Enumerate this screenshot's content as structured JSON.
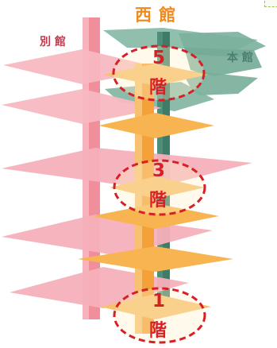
{
  "labels": {
    "west_wing": "西 館",
    "annex": "別 館",
    "main_building": "本 館"
  },
  "floor_markers": [
    {
      "number": "5",
      "kanji": "階"
    },
    {
      "number": "3",
      "kanji": "階"
    },
    {
      "number": "1",
      "kanji": "階"
    }
  ],
  "colors": {
    "west_wing_accent": "#f08a1c",
    "annex_pink": "#f4a9b4",
    "main_green": "#6aa690",
    "west_orange": "#f7b451",
    "highlight_red": "#d81f26"
  }
}
